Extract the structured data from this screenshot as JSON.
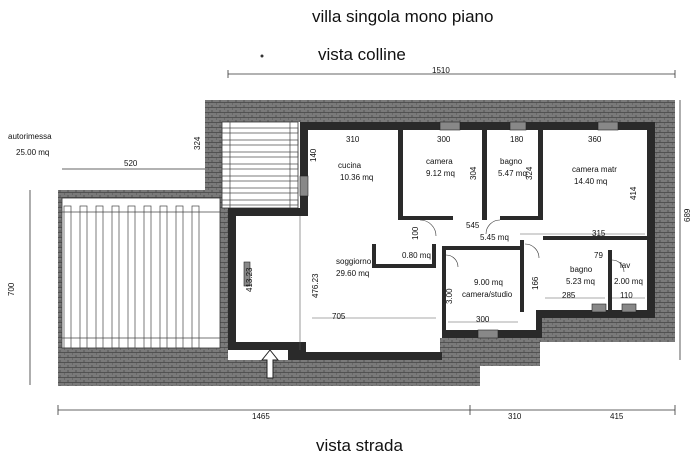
{
  "titles": {
    "main": "villa singola mono piano",
    "top_view": "vista colline",
    "bottom_view": "vista strada"
  },
  "garage": {
    "label": "autorimessa",
    "area": "25.00 mq"
  },
  "rooms": {
    "cucina": {
      "name": "cucina",
      "area": "10.36 mq"
    },
    "camera": {
      "name": "camera",
      "area": "9.12 mq"
    },
    "bagno1": {
      "name": "bagno",
      "area": "5.47 mq"
    },
    "camera_matr": {
      "name": "camera matr",
      "area": "14.40 mq"
    },
    "corridoio": {
      "area": "5.45 mq"
    },
    "soggiorno": {
      "name": "soggiorno",
      "area": "29.60 mq"
    },
    "ripostiglio": {
      "area": "0.80 mq"
    },
    "studio": {
      "area": "9.00 mq",
      "name": "camera/studio"
    },
    "bagno2": {
      "name": "bagno",
      "area": "5.23 mq"
    },
    "lav": {
      "name": "lav",
      "area": "2.00 mq"
    }
  },
  "dimensions": {
    "total_width": "1510",
    "garage_width": "520",
    "garage_height": "700",
    "height_324": "324",
    "house_height": "689",
    "d310_top": "310",
    "d300": "300",
    "d180": "180",
    "d360": "360",
    "d140": "140",
    "d304": "304",
    "d324": "324",
    "d414": "414",
    "d545": "545",
    "d100": "100",
    "d315": "315",
    "d79": "79",
    "d166": "166",
    "d300_v": "3.00",
    "d413": "413.23",
    "d476": "476.23",
    "d705": "705",
    "d300_studio": "300",
    "d285": "285",
    "d110": "110",
    "bottom_1465": "1465",
    "bottom_310": "310",
    "bottom_415": "415"
  },
  "colors": {
    "wall": "#2a2a2a",
    "brick": "#6f6f6f",
    "line": "#222222"
  },
  "icons": {
    "entrance": "up-arrow-icon"
  }
}
